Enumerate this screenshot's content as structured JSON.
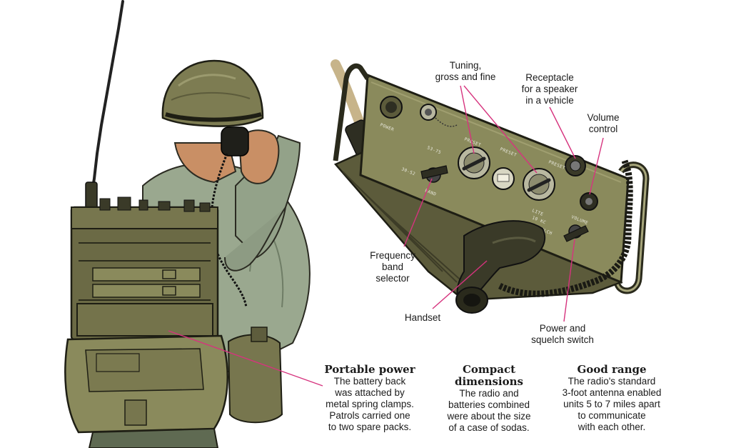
{
  "labels": {
    "tuning": "Tuning,\ngross and fine",
    "receptacle": "Receptacle\nfor a speaker\nin a vehicle",
    "volume": "Volume\ncontrol",
    "frequency": "Frequency\nband\nselector",
    "handset": "Handset",
    "power_squelch": "Power and\nsquelch switch"
  },
  "captions": [
    {
      "title": "Portable power",
      "body": "The battery back\nwas attached by\nmetal spring clamps.\nPatrols carried one\nto two spare packs."
    },
    {
      "title": "Compact\ndimensions",
      "body": "The radio and\nbatteries combined\nwere about the size\nof a case of sodas."
    },
    {
      "title": "Good range",
      "body": "The radio's standard\n3-foot antenna enabled\nunits 5 to 7 miles apart\nto communicate\nwith each other."
    }
  ],
  "panel_text": {
    "power": "POWER",
    "mc1": "53-75",
    "mc2": "30-52",
    "band": "BAND",
    "preset1": "PRESET",
    "preset2": "PRESET",
    "preset3": "PRESET",
    "lite": "LITE",
    "volume": "VOLUME",
    "squelch": "SQUELCH",
    "kc": "10 KC"
  },
  "colors": {
    "leader": "#d6337e",
    "olive": "#6b6a45",
    "olive_dark": "#3f3e27",
    "olive_light": "#8a8a5c",
    "shirt": "#9aa88f",
    "skin": "#c98f65",
    "text": "#1b1b1b"
  }
}
